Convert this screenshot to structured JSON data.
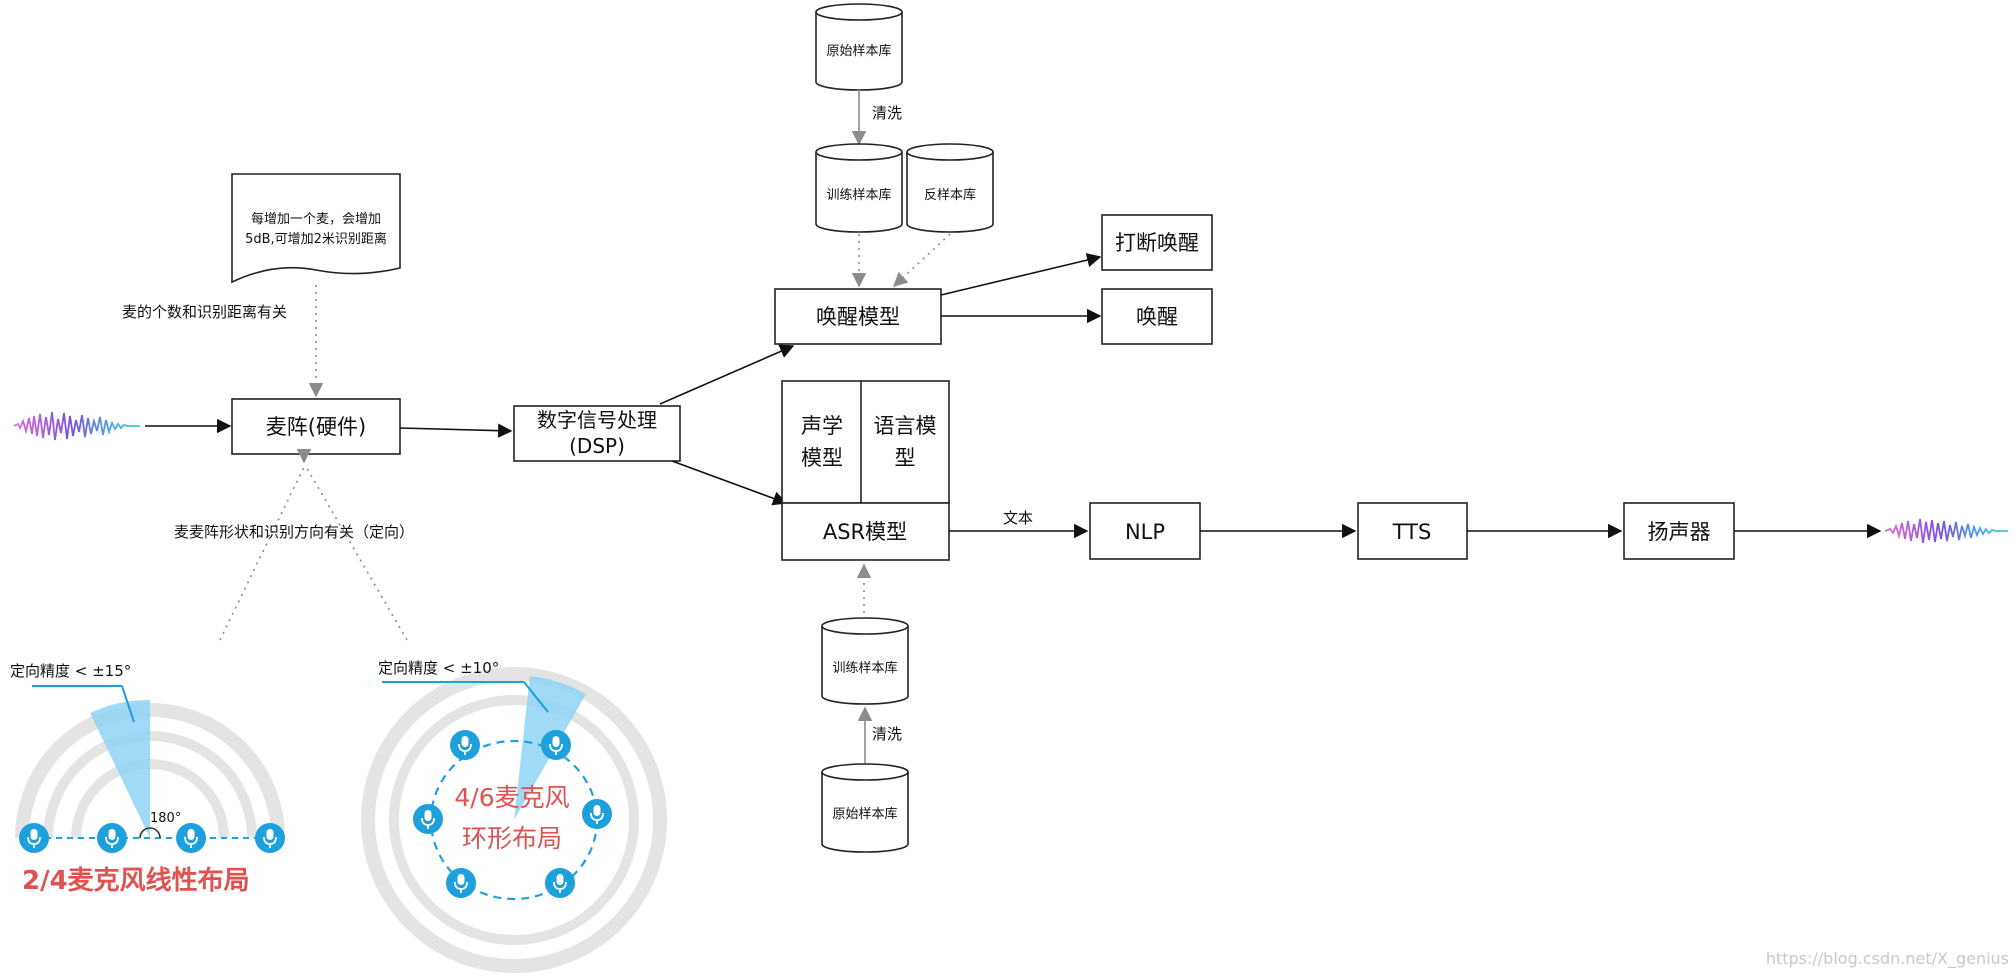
{
  "wake_branch": {
    "raw_db_label": "原始样本库",
    "clean_label": "清洗",
    "train_db_label": "训练样本库",
    "negative_db_label": "反样本库",
    "wake_model_label": "唤醒模型",
    "interrupt_wake_label": "打断唤醒",
    "wake_label": "唤醒"
  },
  "hardware": {
    "note_line1": "每增加一个麦，会增加",
    "note_line2": "5dB,可增加2米识别距离",
    "note_caption": "麦的个数和识别距离有关",
    "mic_array_label": "麦阵(硬件)",
    "shape_caption": "麦麦阵形状和识别方向有关（定向）"
  },
  "dsp": {
    "label_line1": "数字信号处理",
    "label_line2": "(DSP)"
  },
  "asr": {
    "acoustic_line1": "声学",
    "acoustic_line2": "模型",
    "language_line1": "语言模",
    "language_line2": "型",
    "asr_label": "ASR模型",
    "train_db_label": "训练样本库",
    "clean_label": "清洗",
    "raw_db_label": "原始样本库"
  },
  "pipeline": {
    "text_label": "文本",
    "nlp_label": "NLP",
    "tts_label": "TTS",
    "speaker_label": "扬声器"
  },
  "linear_layout": {
    "accuracy_label": "定向精度 < ±15°",
    "angle_label": "180°",
    "title": "2/4麦克风线性布局"
  },
  "ring_layout": {
    "accuracy_label": "定向精度 < ±10°",
    "title_line1": "4/6麦克风",
    "title_line2": "环形布局"
  },
  "watermark": "https://blog.csdn.net/X_genius",
  "colors": {
    "mic_blue": "#1ea0dc",
    "beam_blue": "#8fd3f4",
    "layout_red": "#e0524f",
    "arc_gray": "#e4e4e4"
  }
}
